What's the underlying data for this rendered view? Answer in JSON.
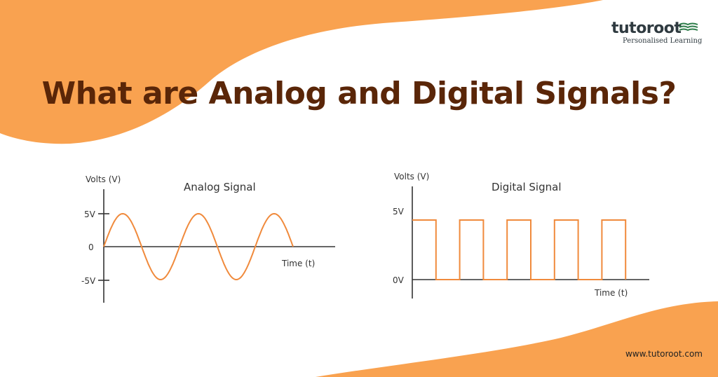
{
  "title": "What are Analog and Digital Signals?",
  "brand": {
    "name": "tutoroot",
    "tagline": "Personalised Learning",
    "website": "www.tutoroot.com",
    "accent": "#f9a250",
    "title_color": "#5a2608",
    "logo_green": "#2e7d4a"
  },
  "analog": {
    "title": "Analog Signal",
    "y_axis_label": "Volts (V)",
    "x_axis_label": "Time (t)",
    "ticks": [
      "5V",
      "0",
      "-5V"
    ],
    "amplitude": 5,
    "cycles": 2.5,
    "line_color": "#f08a3c"
  },
  "digital": {
    "title": "Digital Signal",
    "y_axis_label": "Volts (V)",
    "x_axis_label": "Time (t)",
    "ticks": [
      "5V",
      "0V"
    ],
    "levels": [
      1,
      0,
      1,
      0,
      1,
      0,
      1,
      0,
      1
    ],
    "line_color": "#f08a3c"
  }
}
